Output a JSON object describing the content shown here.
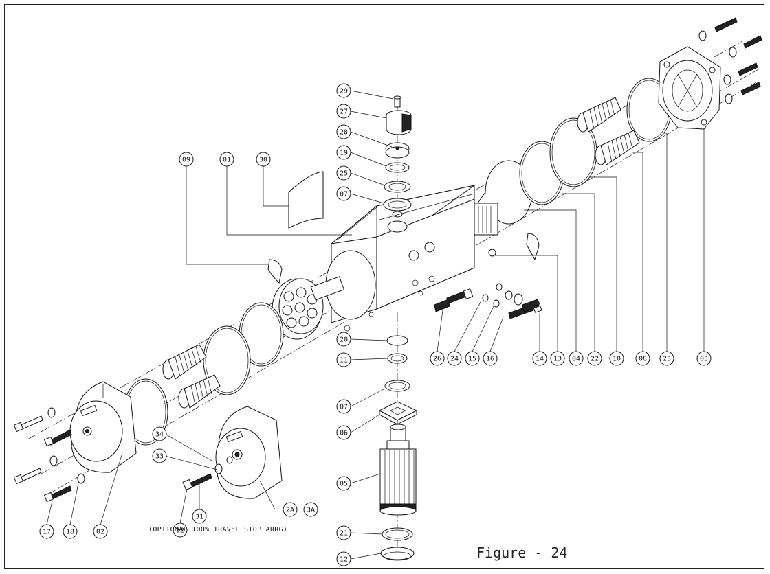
{
  "figure": {
    "caption": "Figure - 24",
    "note": "(OPTIONAL 100% TRAVEL STOP ARRG)",
    "callouts": [
      "01",
      "02",
      "03",
      "04",
      "05",
      "06",
      "07",
      "08",
      "09",
      "10",
      "11",
      "12",
      "13",
      "14",
      "15",
      "16",
      "17",
      "18",
      "19",
      "20",
      "21",
      "22",
      "23",
      "24",
      "25",
      "26",
      "27",
      "28",
      "29",
      "30",
      "31",
      "32",
      "33",
      "34",
      "2A",
      "3A"
    ]
  },
  "colors": {
    "line": "#111111",
    "background": "#ffffff"
  }
}
